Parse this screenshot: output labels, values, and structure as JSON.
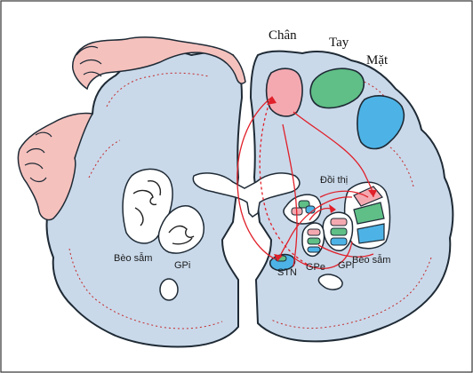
{
  "labels": {
    "chan": "Chân",
    "tay": "Tay",
    "mat": "Mặt",
    "doi_thi": "Đồi thị",
    "beo_sam_left": "Bèo sẫm",
    "gpi_left": "GPi",
    "stn": "STN",
    "gpe": "GPe",
    "gpi_right": "GPi",
    "beo_sam_right": "Bèo sẫm"
  },
  "colors": {
    "brain_fill": "#c9d9ea",
    "brain_outline": "#1e2a35",
    "chan_pink": "#f4a9b0",
    "tay_green": "#5fbf86",
    "mat_blue": "#4db3e6",
    "homunculus": "#f5c1bd",
    "pathway_red": "#e0202a"
  }
}
